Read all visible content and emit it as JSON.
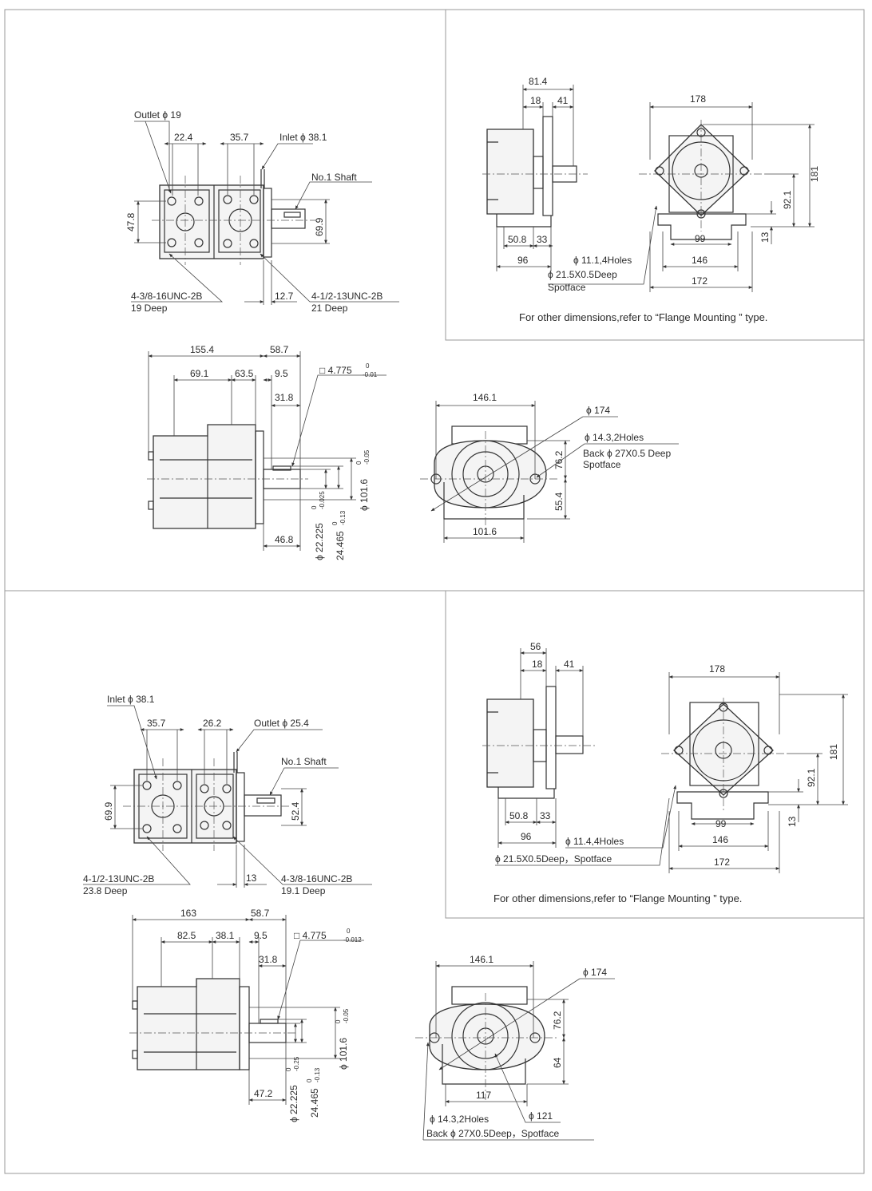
{
  "panel_bg": "#e8f4fb",
  "line_color": "#333333",
  "section1": {
    "top_view": {
      "outlet": "Outlet ϕ 19",
      "inlet": "Inlet ϕ 38.1",
      "shaft": "No.1 Shaft",
      "dim_a": "22.4",
      "dim_b": "35.7",
      "dim_c": "47.8",
      "dim_d": "69.9",
      "dim_e": "12.7",
      "thread_left": "4-3/8-16UNC-2B",
      "thread_left_depth": "19 Deep",
      "thread_right": "4-1/2-13UNC-2B",
      "thread_right_depth": "21 Deep"
    },
    "foot_panel": {
      "d_81_4": "81.4",
      "d_18": "18",
      "d_41": "41",
      "d_50_8": "50.8",
      "d_33": "33",
      "d_96": "96",
      "d_178": "178",
      "d_181": "181",
      "d_92_1": "92.1",
      "d_99": "99",
      "d_13": "13",
      "d_146": "146",
      "d_172": "172",
      "holes": "ϕ 11.1,4Holes",
      "spot1": "ϕ 21.5X0.5Deep",
      "spot2": "Spotface",
      "note": "For other  dimensions,refer to  “Flange Mounting ” type."
    },
    "side_view": {
      "d_155_4": "155.4",
      "d_58_7": "58.7",
      "d_69_1": "69.1",
      "d_63_5": "63.5",
      "d_9_5": "9.5",
      "d_31_8": "31.8",
      "key": "□ 4.775",
      "key_tol_up": "0",
      "key_tol_dn": "-0.01",
      "d_46_8": "46.8",
      "shaft_dia": "ϕ 22.225",
      "shaft_tol_up": "0",
      "shaft_tol_dn": "-0.025",
      "key_h": "24.465",
      "key_h_tol_up": "0",
      "key_h_tol_dn": "-0.13",
      "pilot": "ϕ 101.6",
      "pilot_tol_up": "0",
      "pilot_tol_dn": "-0.05"
    },
    "front_view": {
      "d_146_1": "146.1",
      "d_174": "ϕ 174",
      "holes": "ϕ 14.3,2Holes",
      "back1": "Back ϕ 27X0.5 Deep",
      "back2": "Spotface",
      "d_76_2": "76.2",
      "d_55_4": "55.4",
      "d_101_6": "101.6"
    }
  },
  "section2": {
    "top_view": {
      "inlet": "Inlet ϕ 38.1",
      "outlet": "Outlet ϕ 25.4",
      "shaft": "No.1 Shaft",
      "dim_a": "35.7",
      "dim_b": "26.2",
      "dim_c": "69.9",
      "dim_d": "52.4",
      "dim_e": "13",
      "thread_left": "4-1/2-13UNC-2B",
      "thread_left_depth": "23.8 Deep",
      "thread_right": "4-3/8-16UNC-2B",
      "thread_right_depth": "19.1 Deep"
    },
    "foot_panel": {
      "d_56": "56",
      "d_18": "18",
      "d_41": "41",
      "d_50_8": "50.8",
      "d_33": "33",
      "d_96": "96",
      "d_178": "178",
      "d_181": "181",
      "d_92_1": "92.1",
      "d_99": "99",
      "d_13": "13",
      "d_146": "146",
      "d_172": "172",
      "holes": "ϕ 11.4,4Holes",
      "spot": "ϕ 21.5X0.5Deep，Spotface",
      "note": "For other  dimensions,refer to  “Flange Mounting ” type."
    },
    "side_view": {
      "d_163": "163",
      "d_58_7": "58.7",
      "d_82_5": "82.5",
      "d_38_1": "38.1",
      "d_9_5": "9.5",
      "d_31_8": "31.8",
      "key": "□ 4.775",
      "key_tol_up": "0",
      "key_tol_dn": "-0.012",
      "d_47_2": "47.2",
      "shaft_dia": "ϕ 22.225",
      "shaft_tol_up": "0",
      "shaft_tol_dn": "-0.25",
      "key_h": "24.465",
      "key_h_tol_up": "0",
      "key_h_tol_dn": "-0.13",
      "pilot": "ϕ 101.6",
      "pilot_tol_up": "0",
      "pilot_tol_dn": "-0.05"
    },
    "front_view": {
      "d_146_1": "146.1",
      "d_174": "ϕ 174",
      "d_76_2": "76.2",
      "d_64": "64",
      "d_117": "117",
      "d_121": "ϕ 121",
      "holes": "ϕ 14.3,2Holes",
      "back": "Back ϕ 27X0.5Deep，Spotface"
    }
  }
}
